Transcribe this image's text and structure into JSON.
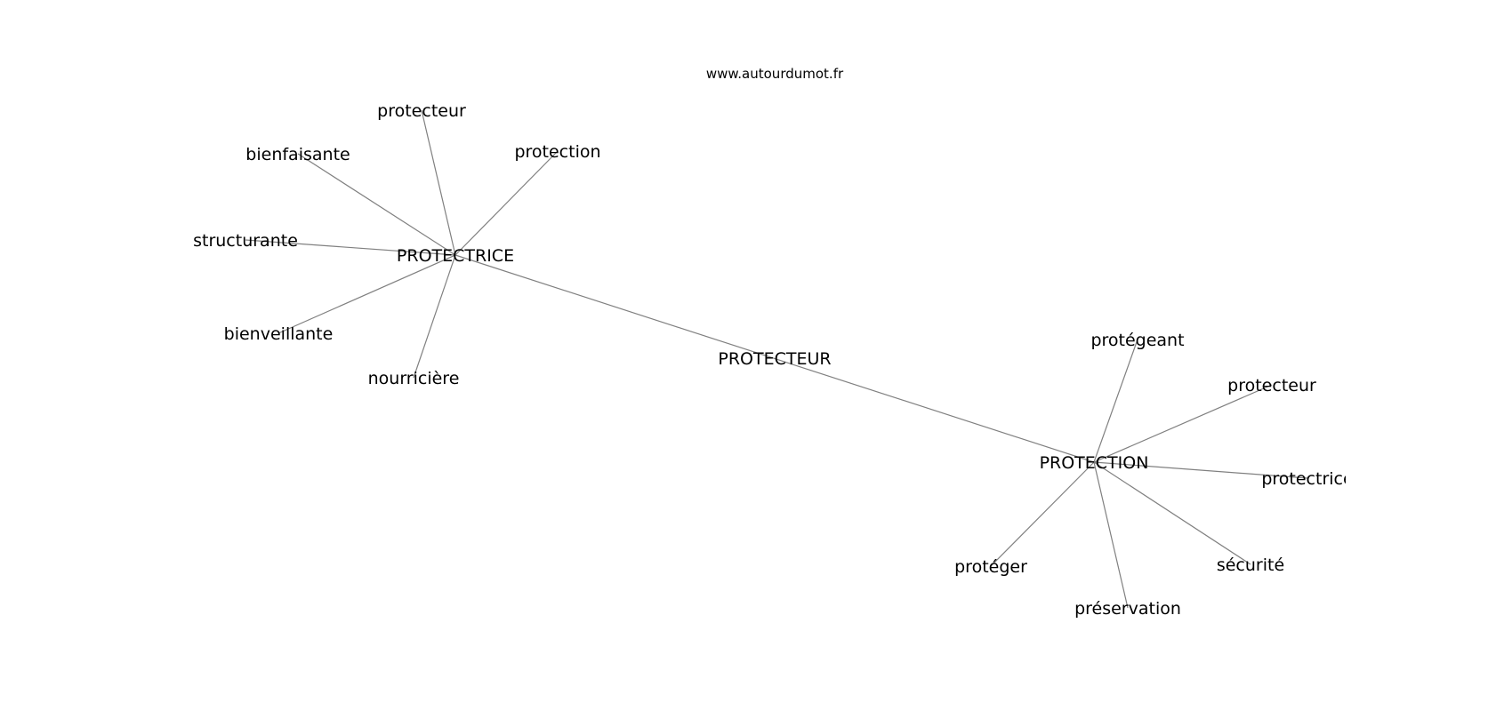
{
  "watermark": "www.autourdumot.fr",
  "colors": {
    "edge": "#808080",
    "text": "#000000",
    "background": "#ffffff"
  },
  "nodes": [
    {
      "id": "center",
      "label": "PROTECTEUR"
    },
    {
      "id": "hub1",
      "label": "PROTECTRICE"
    },
    {
      "id": "hub2",
      "label": "PROTECTION"
    },
    {
      "id": "h1_protecteur",
      "label": "protecteur"
    },
    {
      "id": "h1_protection",
      "label": "protection"
    },
    {
      "id": "h1_bienfaisante",
      "label": "bienfaisante"
    },
    {
      "id": "h1_structurante",
      "label": "structurante"
    },
    {
      "id": "h1_bienveillante",
      "label": "bienveillante"
    },
    {
      "id": "h1_nourriciere",
      "label": "nourricière"
    },
    {
      "id": "h2_protegeant",
      "label": "protégeant"
    },
    {
      "id": "h2_protecteur",
      "label": "protecteur"
    },
    {
      "id": "h2_protectrice",
      "label": "protectrice"
    },
    {
      "id": "h2_securite",
      "label": "sécurité"
    },
    {
      "id": "h2_preservation",
      "label": "préservation"
    },
    {
      "id": "h2_proteger",
      "label": "protéger"
    }
  ],
  "edges": [
    [
      "hub1",
      "hub2"
    ],
    [
      "hub1",
      "h1_protecteur"
    ],
    [
      "hub1",
      "h1_protection"
    ],
    [
      "hub1",
      "h1_bienfaisante"
    ],
    [
      "hub1",
      "h1_structurante"
    ],
    [
      "hub1",
      "h1_bienveillante"
    ],
    [
      "hub1",
      "h1_nourriciere"
    ],
    [
      "hub2",
      "h2_protegeant"
    ],
    [
      "hub2",
      "h2_protecteur"
    ],
    [
      "hub2",
      "h2_protectrice"
    ],
    [
      "hub2",
      "h2_securite"
    ],
    [
      "hub2",
      "h2_preservation"
    ],
    [
      "hub2",
      "h2_proteger"
    ]
  ]
}
